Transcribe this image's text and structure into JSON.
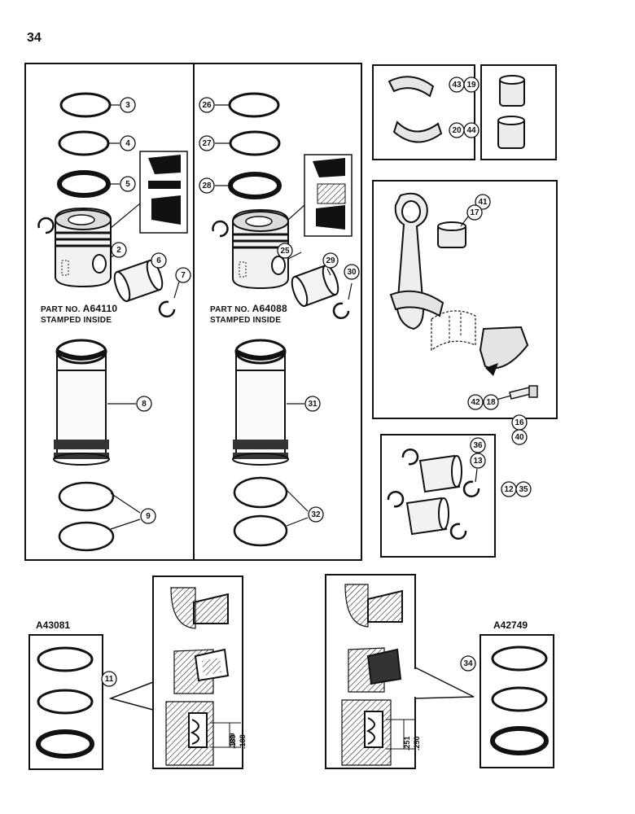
{
  "page": {
    "number": "34"
  },
  "left_piston": {
    "part_label": "PART NO.",
    "part_number": "A64110",
    "note": "STAMPED INSIDE"
  },
  "right_piston": {
    "part_label": "PART NO.",
    "part_number": "A64088",
    "note": "STAMPED INSIDE"
  },
  "ring_kits": {
    "left_kit": "A43081",
    "right_kit": "A42749"
  },
  "dimensions": {
    "left_a": ".189",
    "left_b": ".188",
    "right_a": ".251",
    "right_b": ".250"
  },
  "callouts": [
    "3",
    "4",
    "5",
    "2",
    "6",
    "7",
    "8",
    "9",
    "26",
    "27",
    "28",
    "25",
    "29",
    "30",
    "31",
    "32",
    "43",
    "19",
    "20",
    "44",
    "41",
    "17",
    "42",
    "18",
    "16",
    "40",
    "36",
    "13",
    "12",
    "35",
    "11",
    "34"
  ]
}
